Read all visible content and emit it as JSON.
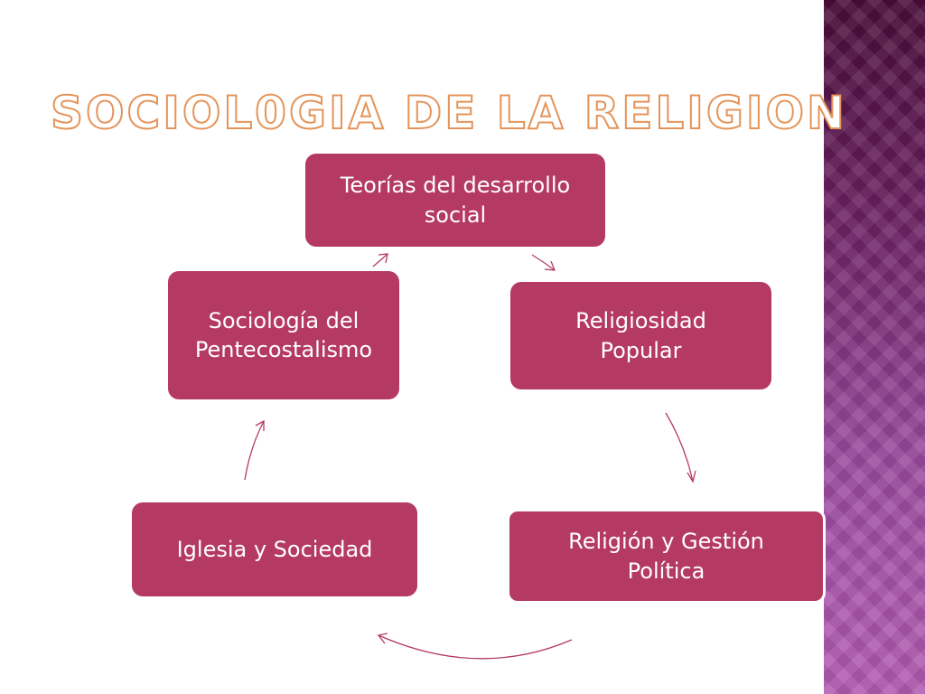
{
  "title": "SOCIOL0GIA DE LA RELIGION",
  "nodes": {
    "teorias": {
      "line1": "Teorías del desarrollo",
      "line2": "social"
    },
    "religiosidad": {
      "line1": "Religiosidad",
      "line2": "Popular"
    },
    "religion_gestion": {
      "line1": "Religión y Gestión",
      "line2": "Política"
    },
    "iglesia": {
      "line1": "Iglesia y Sociedad"
    },
    "pentecostalismo": {
      "line1": "Sociología del",
      "line2": "Pentecostalismo"
    }
  },
  "colors": {
    "node_fill": "#b53a63",
    "node_text": "#ffffff",
    "title_outline": "#e4945a",
    "arrow": "#b53a63",
    "side_band_top": "#4a0d3a",
    "side_band_bottom": "#b35cb3"
  }
}
